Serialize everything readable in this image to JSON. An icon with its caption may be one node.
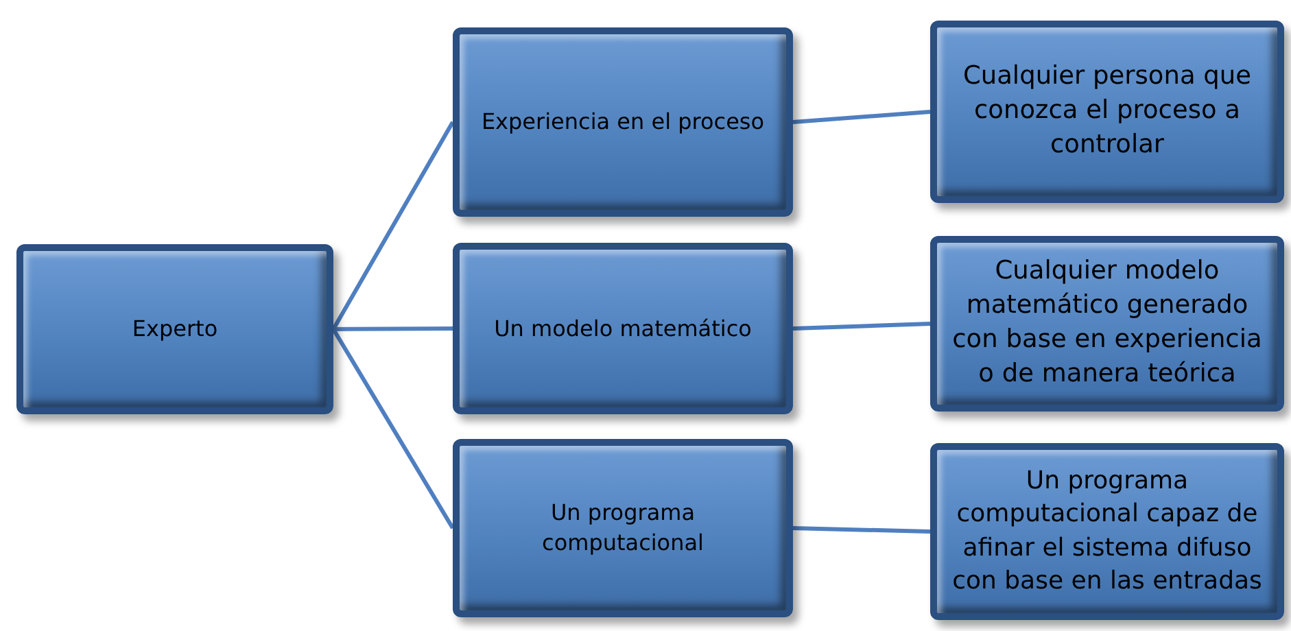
{
  "diagram": {
    "nodes": [
      {
        "text": [
          "Experto"
        ]
      },
      {
        "text": [
          "Experiencia en el proceso"
        ]
      },
      {
        "text": [
          "Un modelo matemático"
        ]
      },
      {
        "text": [
          "Un programa computacional"
        ]
      },
      {
        "text": [
          "Cualquier persona que conozca el proceso a controlar"
        ]
      },
      {
        "text": [
          "Cualquier modelo matemático generado con base en experiencia o de manera teórica"
        ]
      },
      {
        "text": [
          "Un programa computacional capaz de afinar el sistema difuso con base en las entradas"
        ]
      }
    ],
    "edges": [
      {
        "from": 0,
        "to": 1,
        "arrow": "none"
      },
      {
        "from": 0,
        "to": 2,
        "arrow": "none"
      },
      {
        "from": 0,
        "to": 3,
        "arrow": "none"
      },
      {
        "from": 1,
        "to": 4,
        "arrow": "none"
      },
      {
        "from": 2,
        "to": 5,
        "arrow": "none"
      },
      {
        "from": 3,
        "to": 6,
        "arrow": "none"
      }
    ]
  }
}
